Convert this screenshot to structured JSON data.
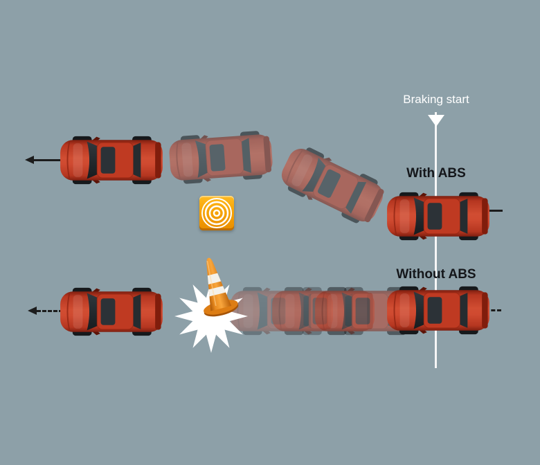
{
  "diagram": {
    "title": "ABS braking comparison",
    "background_color": "#8DA0A8",
    "braking_line": {
      "label": "Braking start",
      "color": "#FFFFFF",
      "marker": "down-triangle"
    },
    "rows": [
      {
        "id": "with_abs",
        "label": "With ABS",
        "result": "car steers around obstacle"
      },
      {
        "id": "without_abs",
        "label": "Without ABS",
        "result": "car slides straight into obstacle"
      }
    ],
    "icons": {
      "abs": "abs-indicator-icon",
      "cone": "traffic-cone-icon",
      "impact": "impact-burst-icon",
      "marker": "braking-start-marker-icon",
      "arrow_with_abs": "arrow-left-solid-icon",
      "arrow_without_abs": "arrow-left-dashed-icon"
    },
    "colors": {
      "car_red": "#C8402A",
      "car_glass": "#242A2E",
      "abs_icon_orange": "#F2A007",
      "cone_orange": "#E8821C",
      "impact_white": "#FFFFFF",
      "label_text": "#14161A",
      "line_white": "#F6F6F6",
      "arrow_dark": "#1C1C1C"
    }
  }
}
